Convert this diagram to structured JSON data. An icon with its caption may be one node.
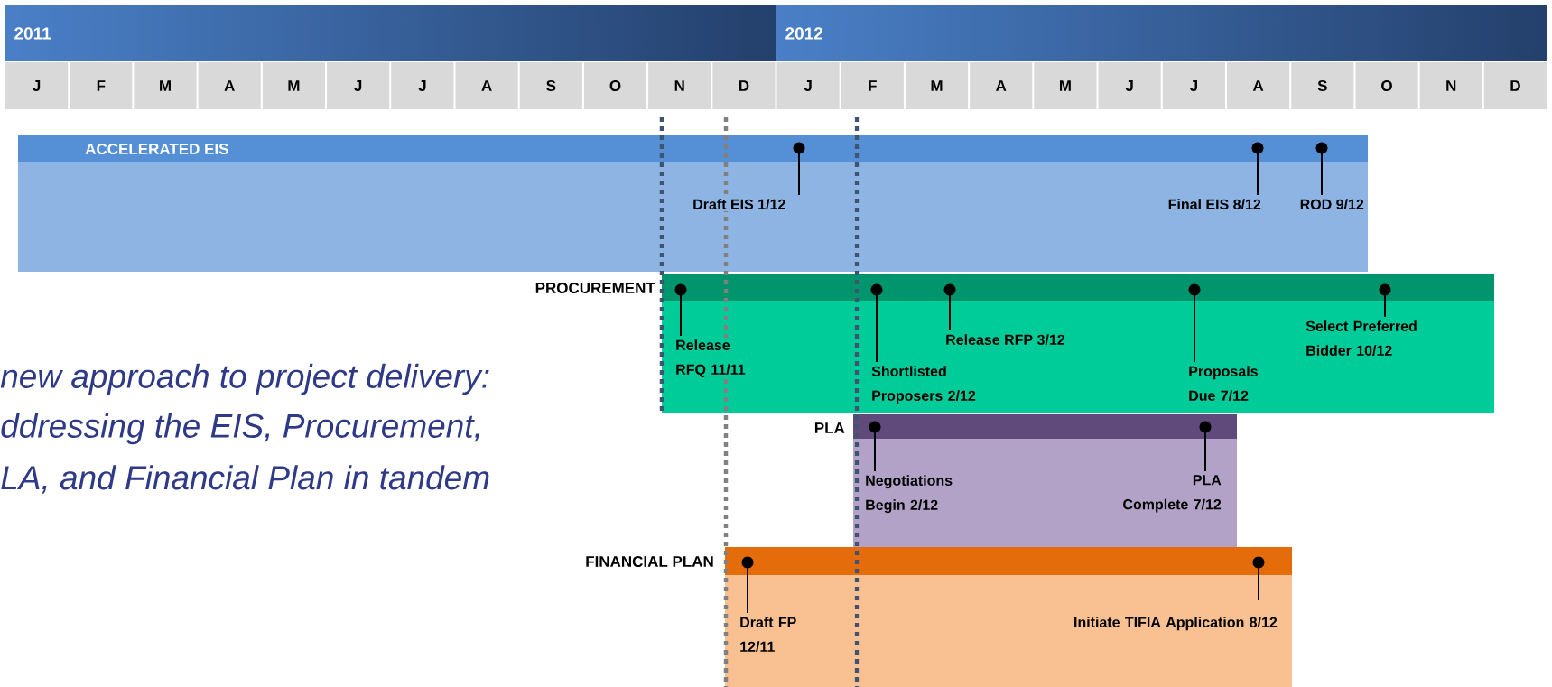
{
  "diagram": {
    "nodes": [
      {
        "text": [
          "ACCELERATED EIS"
        ]
      },
      {
        "text": [
          "Draft EIS 1/12"
        ],
        "in": 0
      },
      {
        "text": [
          "Final EIS 8/12"
        ],
        "in": 0
      },
      {
        "text": [
          "ROD 9/12"
        ],
        "in": 0
      },
      {
        "text": [
          "PROCUREMENT"
        ]
      },
      {
        "text": [
          "Release RFQ 11/11"
        ],
        "in": 4
      },
      {
        "text": [
          "Shortlisted Proposers 2/12"
        ],
        "in": 4
      },
      {
        "text": [
          "Release RFP 3/12"
        ],
        "in": 4
      },
      {
        "text": [
          "Proposals Due 7/12"
        ],
        "in": 4
      },
      {
        "text": [
          "Select Preferred Bidder 10/12"
        ],
        "in": 4
      },
      {
        "text": [
          "PLA"
        ]
      },
      {
        "text": [
          "Negotiations Begin 2/12"
        ],
        "in": 10
      },
      {
        "text": [
          "PLA Complete 7/12"
        ],
        "in": 10
      },
      {
        "text": [
          "FINANCIAL PLAN"
        ]
      },
      {
        "text": [
          "Draft FP 12/11"
        ],
        "in": 13
      },
      {
        "text": [
          "Initiate TIFIA Application 8/12"
        ],
        "in": 13
      }
    ],
    "labels": [
      "2011",
      "2012",
      "J",
      "F",
      "M",
      "A",
      "M",
      "J",
      "J",
      "A",
      "S",
      "O",
      "N",
      "D",
      "J",
      "F",
      "M",
      "A",
      "M",
      "J",
      "J",
      "A",
      "S",
      "O",
      "N",
      "D",
      "new approach to project delivery:",
      "ddressing the EIS, Procurement,",
      "LA, and Financial Plan in tandem"
    ]
  }
}
